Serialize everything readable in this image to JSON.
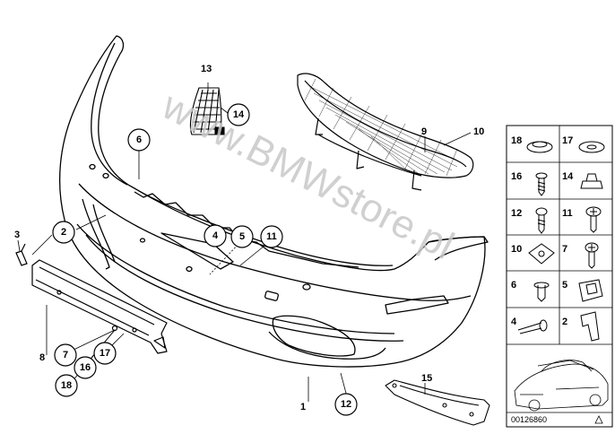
{
  "watermark": "www.BMWstore.pl",
  "diagram_code": "00126860",
  "callouts": [
    "1",
    "2",
    "3",
    "4",
    "5",
    "6",
    "7",
    "8",
    "9",
    "10",
    "11",
    "12",
    "13",
    "14",
    "15",
    "16",
    "17",
    "18"
  ],
  "legend": [
    "18",
    "17",
    "16",
    "14",
    "12",
    "11",
    "10",
    "7",
    "6",
    "5",
    "4",
    "2"
  ],
  "colors": {
    "line": "#000000",
    "panel_bg": "#ffffff",
    "panel_border": "#000000",
    "watermark": "#c8c8c8"
  }
}
